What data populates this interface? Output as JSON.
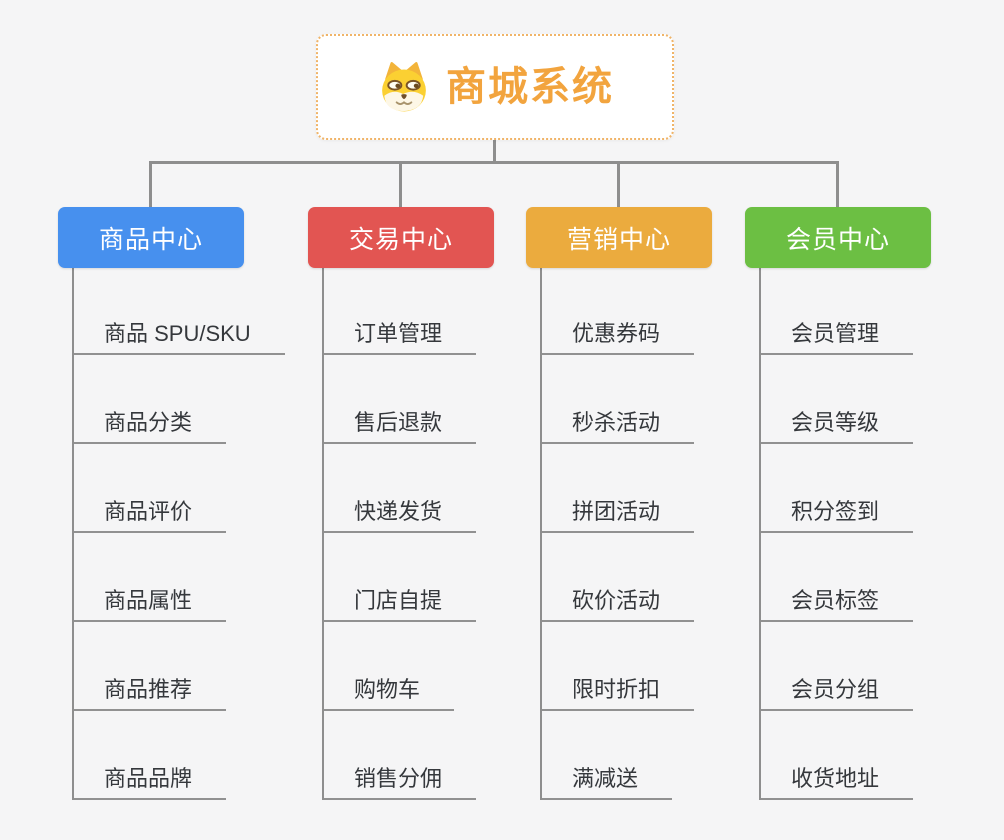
{
  "root": {
    "title": "商城系统",
    "icon": "shiba-dog-icon"
  },
  "branches": [
    {
      "label": "商品中心",
      "color": "#4790ee",
      "children": [
        "商品 SPU/SKU",
        "商品分类",
        "商品评价",
        "商品属性",
        "商品推荐",
        "商品品牌"
      ]
    },
    {
      "label": "交易中心",
      "color": "#e25552",
      "children": [
        "订单管理",
        "售后退款",
        "快递发货",
        "门店自提",
        "购物车",
        "销售分佣"
      ]
    },
    {
      "label": "营销中心",
      "color": "#ebab3e",
      "children": [
        "优惠券码",
        "秒杀活动",
        "拼团活动",
        "砍价活动",
        "限时折扣",
        "满减送"
      ]
    },
    {
      "label": "会员中心",
      "color": "#6cbf43",
      "children": [
        "会员管理",
        "会员等级",
        "积分签到",
        "会员标签",
        "会员分组",
        "收货地址"
      ]
    }
  ],
  "colors": {
    "background": "#f5f5f6",
    "connector": "#8e8e8e",
    "leaf_underline": "#919191",
    "leaf_text": "#35383c",
    "root_border": "#f0b468",
    "root_text": "#f2a43e"
  }
}
